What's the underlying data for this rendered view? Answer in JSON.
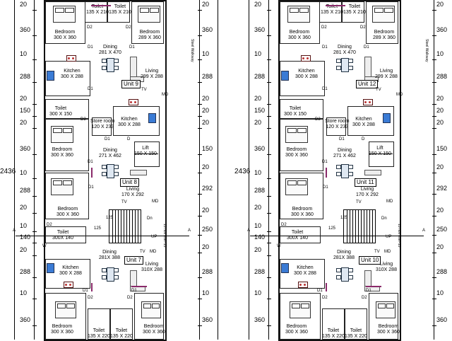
{
  "plans": [
    {
      "id": "left",
      "total": "2436",
      "left_dims": [
        "20",
        "360",
        "10",
        "288",
        "20",
        "150",
        "20",
        "360",
        "10",
        "288",
        "20",
        "10",
        "140",
        "20",
        "288",
        "10",
        "360"
      ],
      "right_dims": [
        "20",
        "360",
        "10",
        "288",
        "20",
        "20",
        "20",
        "150",
        "20",
        "292",
        "20",
        "250",
        "20",
        "288",
        "10",
        "360"
      ],
      "corridor": "Steel Walkway",
      "units_upper": "Unit 9",
      "units_mid": "Unit 8",
      "units_lower": "Unit 7"
    },
    {
      "id": "right",
      "total": "2436",
      "left_dims": [
        "20",
        "360",
        "10",
        "288",
        "20",
        "150",
        "20",
        "360",
        "10",
        "288",
        "20",
        "10",
        "140",
        "20",
        "288",
        "10",
        "360"
      ],
      "right_dims": [
        "20",
        "360",
        "10",
        "288",
        "20",
        "20",
        "20",
        "150",
        "20",
        "292",
        "20",
        "250",
        "20",
        "288",
        "10",
        "360"
      ],
      "corridor": "Steel Walkway",
      "units_upper": "Unit 12",
      "units_mid": "Unit 11",
      "units_lower": "Unit 10"
    }
  ],
  "rooms": {
    "toilet_top1": {
      "name": "Toilet",
      "size": "135 X 210"
    },
    "toilet_top2": {
      "name": "Toilet",
      "size": "135 X 210"
    },
    "bedroom_top_l": {
      "name": "Bedroom",
      "size": "300 X 360"
    },
    "bedroom_top_r": {
      "name": "Bedroom",
      "size": "289 X 360"
    },
    "dining_top": {
      "name": "Dining",
      "size": "281 X 470"
    },
    "kitchen_top": {
      "name": "Kitchen",
      "size": "300 X 288"
    },
    "living_top": {
      "name": "Living",
      "size": "299 X 288"
    },
    "toilet_mid": {
      "name": "Toilet",
      "size": "300 X 150"
    },
    "store_room": {
      "name": "Store room",
      "size": "120 X 233"
    },
    "kitchen_mid": {
      "name": "Kitchen",
      "size": "300 X 288"
    },
    "bedroom_mid1": {
      "name": "Bedroom",
      "size": "300 X 360"
    },
    "dining_mid": {
      "name": "Dining",
      "size": "271 X 462"
    },
    "lift": {
      "name": "Lift",
      "size": "150 X 150"
    },
    "living_mid": {
      "name": "Living",
      "size": "170 X 292"
    },
    "bedroom_mid2": {
      "name": "Bedroom",
      "size": "300 X 360"
    },
    "toilet_low": {
      "name": "Toilet",
      "size": "300X 140"
    },
    "dining_low": {
      "name": "Dining",
      "size": "281X 388"
    },
    "kitchen_low": {
      "name": "Kitchen",
      "size": "300 X 288"
    },
    "living_low": {
      "name": "Living",
      "size": "310X 288"
    },
    "bedroom_low_l": {
      "name": "Bedroom",
      "size": "300 X 360"
    },
    "bedroom_low_r": {
      "name": "Bedroom",
      "size": "300 X 360"
    },
    "toilet_low1": {
      "name": "Toilet",
      "size": "135 X 220"
    },
    "toilet_low2": {
      "name": "Toilet",
      "size": "135 X 220"
    }
  },
  "tags": {
    "d1": "D1",
    "d2": "D2",
    "d": "D",
    "w": "W",
    "tv": "TV",
    "md": "MD",
    "dn": "Dn",
    "up": "UP",
    "dim125": "125",
    "riser": "15 nos riser-15",
    "a": "A"
  }
}
